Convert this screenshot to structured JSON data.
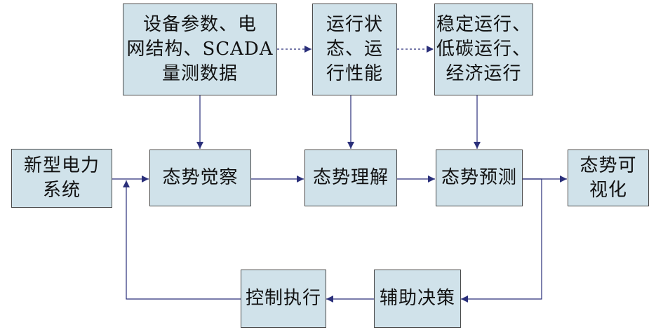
{
  "nodes": {
    "system": {
      "lines": [
        "新型电力",
        "系统"
      ]
    },
    "input_data": {
      "lines": [
        "设备参数、电",
        "网结构、SCADA",
        "量测数据"
      ]
    },
    "op_state": {
      "lines": [
        "运行状",
        "态、运",
        "行性能"
      ]
    },
    "op_modes": {
      "lines": [
        "稳定运行、",
        "低碳运行、",
        "经济运行"
      ]
    },
    "perception": {
      "lines": [
        "态势觉察"
      ]
    },
    "understand": {
      "lines": [
        "态势理解"
      ]
    },
    "predict": {
      "lines": [
        "态势预测"
      ]
    },
    "visualize": {
      "lines": [
        "态势可",
        "视化"
      ]
    },
    "decision": {
      "lines": [
        "辅助决策"
      ]
    },
    "control": {
      "lines": [
        "控制执行"
      ]
    }
  },
  "colors": {
    "box_fill": "#d0e2ea",
    "box_border": "#4a4a4a",
    "arrow": "#2a2f7a"
  }
}
